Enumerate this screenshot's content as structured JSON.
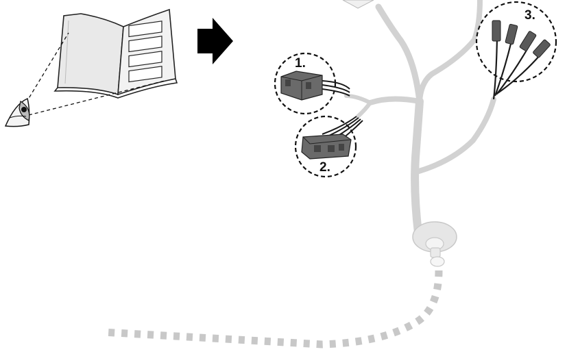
{
  "diagram": {
    "callouts": [
      {
        "label": "1."
      },
      {
        "label": "2."
      },
      {
        "label": "3."
      }
    ],
    "icons": [
      "manual-book-icon",
      "eye-icon",
      "right-arrow-icon"
    ],
    "colors": {
      "harness": "#d2d2d2",
      "wire": "#1a1a1a",
      "connector": "#555555",
      "dashed_circle": "#111111",
      "arrow": "#000000"
    }
  }
}
